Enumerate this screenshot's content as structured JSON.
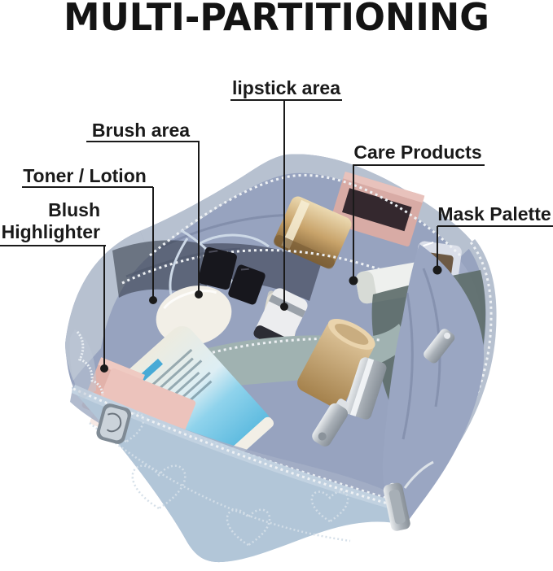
{
  "title": "MULTI-PARTITIONING",
  "callouts": {
    "lipstick": {
      "text": "lipstick area"
    },
    "brush": {
      "text": "Brush area"
    },
    "toner": {
      "text": "Toner / Lotion"
    },
    "blush": {
      "line1": "Blush",
      "line2": "Highlighter"
    },
    "care": {
      "text": "Care Products"
    },
    "mask": {
      "text": "Mask Palette"
    }
  },
  "colors": {
    "background": "#ffffff",
    "ink": "#1a1a1a",
    "lining": "#97a3bf",
    "lining_light": "#aab5cd",
    "lining_dark": "#6f7b99",
    "shell": "#b7c1d0",
    "flap": "#b2c6d8",
    "flap_stitch": "#dbe4ec",
    "divider_light": "#a0b2b1",
    "divider_dark": "#5e6e6b",
    "pink_box": "#d8aba5",
    "pink_palette": "#ecc3bc",
    "black_item": "#17171d",
    "white_item": "#f2efe7",
    "blue_tube": "#6cc5e9",
    "zipper": "#eef1f4",
    "metal": "#b9c0c7"
  }
}
